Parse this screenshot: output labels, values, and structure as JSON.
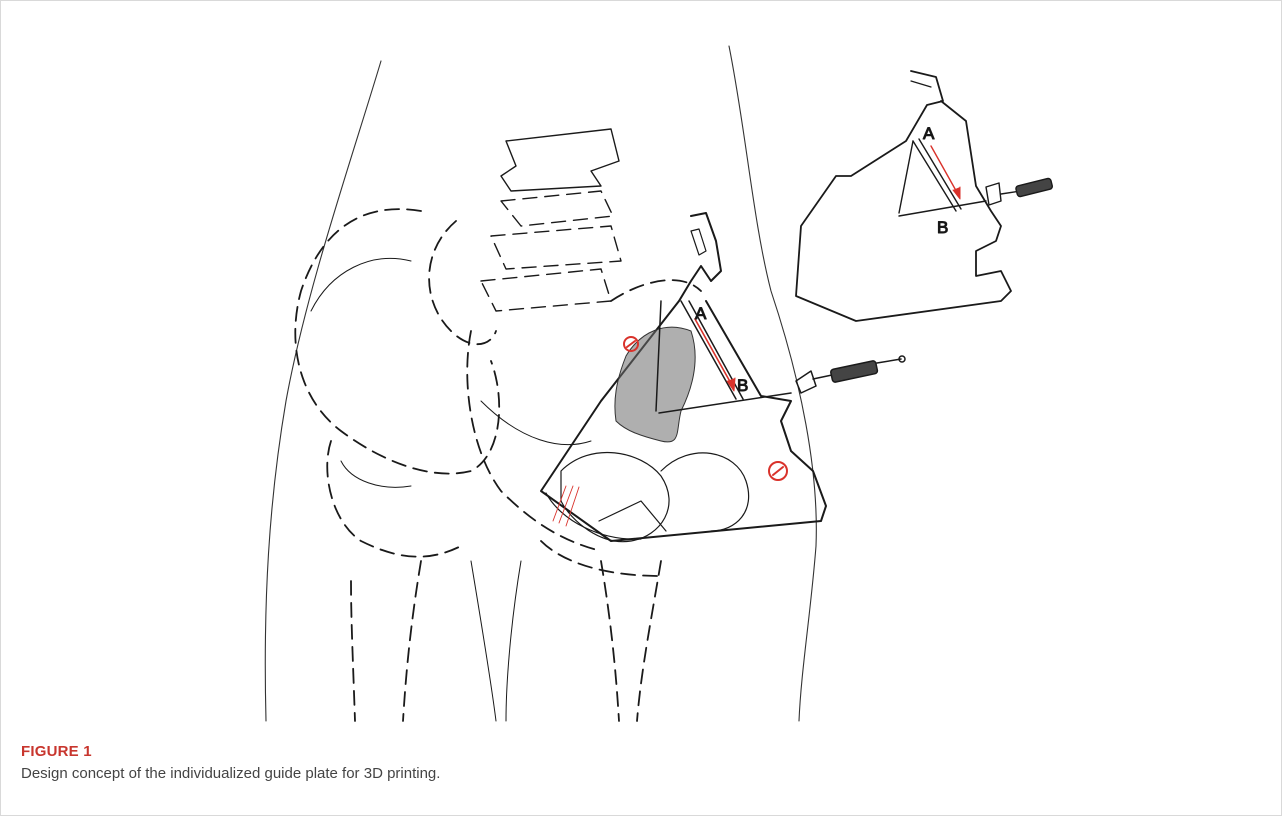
{
  "figure": {
    "label": "FIGURE 1",
    "caption": "Design concept of the individualized guide plate for 3D printing."
  },
  "illustration": {
    "main_labels": {
      "a": "A",
      "b": "B"
    },
    "inset_labels": {
      "a": "A",
      "b": "B"
    },
    "colors": {
      "line": "#1a1a1a",
      "accent": "#d9322b",
      "shade": "#6e6e6e",
      "caption_label": "#c8362e"
    }
  }
}
